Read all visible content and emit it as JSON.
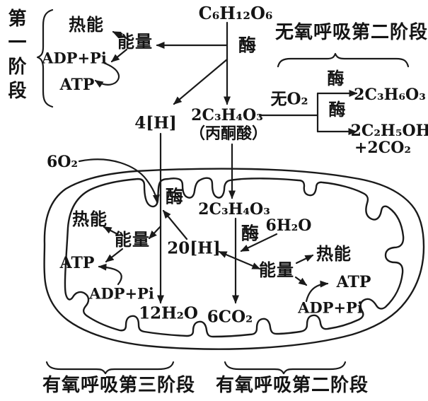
{
  "colors": {
    "ink": "#1a1a1a",
    "background": "#ffffff"
  },
  "stage1": {
    "label": "第一阶段",
    "heat": "热能",
    "energy": "能量",
    "adp_pi": "ADP+Pi",
    "atp": "ATP"
  },
  "glycolysis": {
    "glucose": "C₆H₁₂O₆",
    "enzyme": "酶",
    "nadh": "4[H]",
    "pyruvate": "2C₃H₄O₃",
    "pyruvate_name": "（丙酮酸）"
  },
  "anaerobic": {
    "title": "无氧呼吸第二阶段",
    "condition": "无O₂",
    "enzyme_lactic": "酶",
    "enzyme_ethanol": "酶",
    "lactic_acid": "2C₃H₆O₃",
    "ethanol": "2C₂H₅OH",
    "carbon_dioxide": "+2CO₂"
  },
  "stage3": {
    "label": "有氧呼吸第三阶段",
    "oxygen": "6O₂",
    "enzyme": "酶",
    "heat": "热能",
    "energy": "能量",
    "atp": "ATP",
    "adp_pi": "ADP+Pi",
    "nadh": "20[H]",
    "water": "12H₂O"
  },
  "stage2": {
    "label": "有氧呼吸第二阶段",
    "pyruvate": "2C₃H₄O₃",
    "enzyme": "酶",
    "water": "6H₂O",
    "energy": "能量",
    "heat": "热能",
    "atp": "ATP",
    "adp_pi": "ADP+Pi",
    "carbon_dioxide": "6CO₂"
  }
}
